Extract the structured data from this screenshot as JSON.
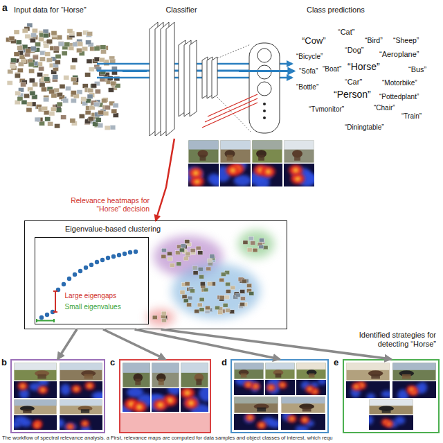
{
  "diagram": {
    "caption": "The workflow of spectral relevance analysis. a First, relevance maps are computed for data samples and object classes of interest, which requ",
    "nodes": [
      {
        "text": [
          "Input data for “Horse”"
        ]
      },
      {
        "text": [
          "Classifier"
        ]
      },
      {
        "text": [
          "Class predictions",
          "“Cat”",
          "“Bird”",
          "“Sheep”",
          "“Cow”",
          "“Dog”",
          "“Aeroplane”",
          "“Bicycle”",
          "“Sofa”",
          "“Boat”",
          "“Horse”",
          "“Bus”",
          "“Bottle”",
          "“Car”",
          "“Motorbike”",
          "“Person”",
          "“Pottedplant”",
          "“Tvmonitor”",
          "“Chair”",
          "“Train”",
          "“Diningtable”"
        ]
      },
      {
        "text": [
          "Eigenvalue-based clustering"
        ]
      },
      {
        "text": [
          "Large eigengaps",
          "Small eigenvalues"
        ],
        "in": 3
      },
      {
        "text": [
          "b"
        ]
      },
      {
        "text": [
          "c"
        ]
      },
      {
        "text": [
          "d"
        ]
      },
      {
        "text": [
          "e"
        ]
      }
    ],
    "edges": [
      {
        "from": 0,
        "to": 1,
        "arrow": "none"
      },
      {
        "from": 1,
        "to": 2,
        "arrow": "to"
      },
      {
        "from": 1,
        "to": 3,
        "arrow": "to",
        "label": "Relevance heatmaps for “Horse” decision"
      },
      {
        "from": 3,
        "to": 5,
        "arrow": "to"
      },
      {
        "from": 3,
        "to": 6,
        "arrow": "to"
      },
      {
        "from": 3,
        "to": 7,
        "arrow": "to"
      },
      {
        "from": 3,
        "to": 8,
        "arrow": "to"
      }
    ],
    "labels": [
      "a",
      "Identified strategies for detecting “Horse”"
    ]
  }
}
